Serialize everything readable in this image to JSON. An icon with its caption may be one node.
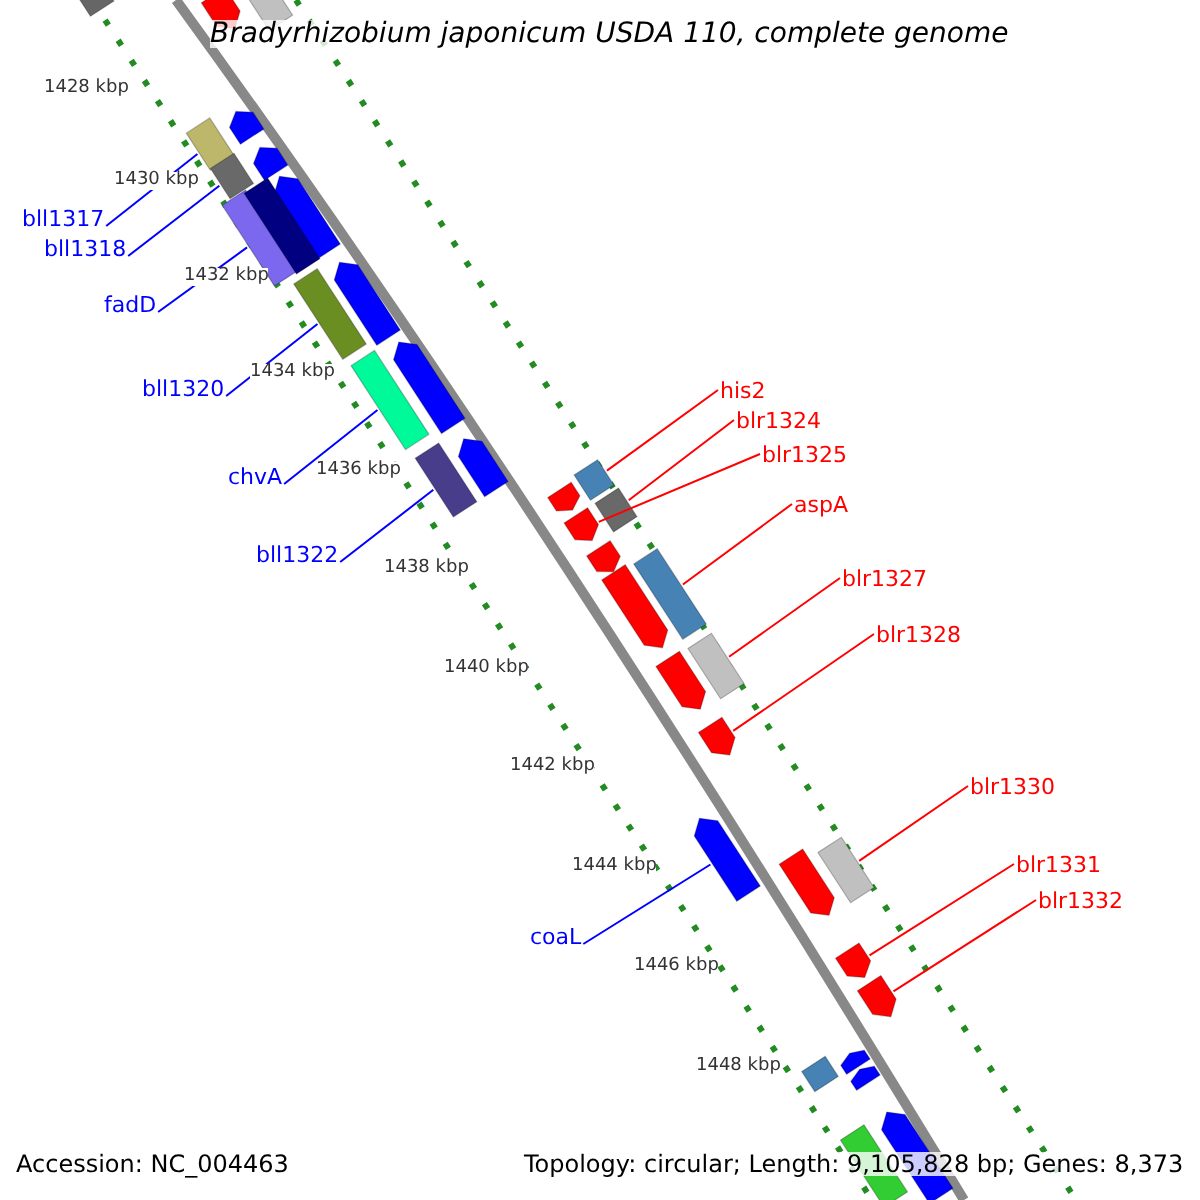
{
  "diagram": {
    "title": "Bradyrhizobium japonicum USDA 110, complete genome",
    "nodes": [
      {
        "text": [
          "bll1317"
        ]
      },
      {
        "text": [],
        "shape": "bar"
      },
      {
        "text": [
          "bll1318"
        ]
      },
      {
        "text": [],
        "shape": "bar"
      },
      {
        "text": [
          "fadD"
        ]
      },
      {
        "text": [],
        "shape": "bar"
      },
      {
        "text": [
          "bll1320"
        ]
      },
      {
        "text": [],
        "shape": "bar"
      },
      {
        "text": [
          "chvA"
        ]
      },
      {
        "text": [],
        "shape": "bar"
      },
      {
        "text": [
          "bll1322"
        ]
      },
      {
        "text": [],
        "shape": "bar"
      },
      {
        "text": [
          "his2"
        ]
      },
      {
        "text": [],
        "shape": "bar"
      },
      {
        "text": [
          "blr1324"
        ]
      },
      {
        "text": [],
        "shape": "bar"
      },
      {
        "text": [
          "blr1325"
        ]
      },
      {
        "text": [],
        "shape": "arrow"
      },
      {
        "text": [
          "aspA"
        ]
      },
      {
        "text": [],
        "shape": "bar"
      },
      {
        "text": [
          "blr1327"
        ]
      },
      {
        "text": [],
        "shape": "bar"
      },
      {
        "text": [
          "blr1328"
        ]
      },
      {
        "text": [],
        "shape": "arrow"
      },
      {
        "text": [
          "blr1330"
        ]
      },
      {
        "text": [],
        "shape": "bar"
      },
      {
        "text": [
          "blr1331"
        ]
      },
      {
        "text": [],
        "shape": "arrow"
      },
      {
        "text": [
          "blr1332"
        ]
      },
      {
        "text": [],
        "shape": "arrow"
      },
      {
        "text": [
          "coaL"
        ]
      },
      {
        "text": [],
        "shape": "arrow"
      },
      {
        "text": [],
        "shape": "arrow"
      },
      {
        "text": [],
        "shape": "arrow"
      },
      {
        "text": [],
        "shape": "arrow"
      },
      {
        "text": [],
        "shape": "bar"
      },
      {
        "text": [],
        "shape": "arrow"
      },
      {
        "text": [],
        "shape": "arrow"
      },
      {
        "text": [],
        "shape": "arrow"
      },
      {
        "text": [],
        "shape": "bar"
      },
      {
        "text": [],
        "shape": "arrow"
      },
      {
        "text": [],
        "shape": "bar"
      },
      {
        "text": [],
        "shape": "arrow"
      },
      {
        "text": [],
        "shape": "arrow"
      },
      {
        "text": [],
        "shape": "arrow"
      },
      {
        "text": [],
        "shape": "arrow"
      },
      {
        "text": [],
        "shape": "arrow"
      },
      {
        "text": [],
        "shape": "bar"
      },
      {
        "text": [],
        "shape": "arrow"
      },
      {
        "text": [],
        "shape": "arrow"
      },
      {
        "text": [],
        "shape": "bar"
      },
      {
        "text": [],
        "shape": "arrow"
      }
    ],
    "edges": [
      {
        "from": 0,
        "to": 1,
        "arrow": "none",
        "color": "#0000ff"
      },
      {
        "from": 2,
        "to": 3,
        "arrow": "none",
        "color": "#0000ff"
      },
      {
        "from": 4,
        "to": 5,
        "arrow": "none",
        "color": "#0000ff"
      },
      {
        "from": 6,
        "to": 7,
        "arrow": "none",
        "color": "#0000ff"
      },
      {
        "from": 8,
        "to": 9,
        "arrow": "none",
        "color": "#0000ff"
      },
      {
        "from": 10,
        "to": 11,
        "arrow": "none",
        "color": "#0000ff"
      },
      {
        "from": 12,
        "to": 13,
        "arrow": "none"
      },
      {
        "from": 14,
        "to": 15,
        "arrow": "none"
      },
      {
        "from": 16,
        "to": 17,
        "arrow": "none"
      },
      {
        "from": 18,
        "to": 19,
        "arrow": "none"
      },
      {
        "from": 20,
        "to": 21,
        "arrow": "none"
      },
      {
        "from": 22,
        "to": 23,
        "arrow": "none"
      },
      {
        "from": 24,
        "to": 25,
        "arrow": "none"
      },
      {
        "from": 26,
        "to": 27,
        "arrow": "none"
      },
      {
        "from": 28,
        "to": 29,
        "arrow": "none"
      },
      {
        "from": 30,
        "to": 31,
        "arrow": "none",
        "color": "#0000ff"
      }
    ],
    "labels": [
      "1428 kbp",
      "1430 kbp",
      "1432 kbp",
      "1434 kbp",
      "1436 kbp",
      "1438 kbp",
      "1440 kbp",
      "1442 kbp",
      "1444 kbp",
      "1446 kbp",
      "1448 kbp",
      "Accession: NC_004463",
      "Topology: circular; Length: 9,105,828 bp; Genes: 8,373"
    ]
  }
}
